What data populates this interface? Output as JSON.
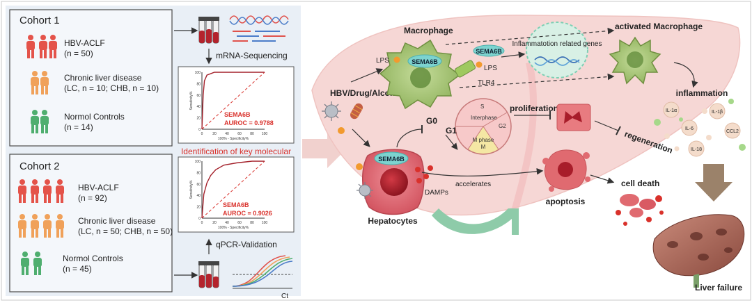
{
  "cohort1": {
    "title": "Cohort 1",
    "groups": [
      {
        "name": "HBV-ACLF",
        "detail": "(n = 50)"
      },
      {
        "name": "Chronic liver disease",
        "detail": "(LC, n = 10; CHB, n = 10)"
      },
      {
        "name": "Normol Controls",
        "detail": "(n = 14)"
      }
    ]
  },
  "cohort2": {
    "title": "Cohort 2",
    "groups": [
      {
        "name": "HBV-ACLF",
        "detail": "(n = 92)"
      },
      {
        "name": "Chronic liver disease",
        "detail": "(LC, n = 50; CHB, n = 50)"
      },
      {
        "name": "Normol Controls",
        "detail": "(n = 45)"
      }
    ]
  },
  "colors": {
    "aclf": "#e4534a",
    "cld": "#f0a15a",
    "normal": "#4fae6f",
    "accent_red": "#d9312b",
    "liver": "#f6d7d5",
    "teal": "#7dd3cf",
    "macrophage": "#9ec16a",
    "panel_bg": "#e9eff6"
  },
  "workflow": {
    "sequencing_label": "mRNA-Sequencing",
    "identification_label": "Identification of key molecular",
    "validation_label": "qPCR-Validation",
    "ct_label": "Ct"
  },
  "roc1": {
    "marker": "SEMA6B",
    "auroc": "AUROC = 0.9788",
    "ylabel": "Sensitivity%",
    "xlabel": "100% - Specificity%",
    "ticks": [
      "0",
      "20",
      "40",
      "60",
      "80",
      "100"
    ],
    "curve": [
      [
        0,
        0
      ],
      [
        2,
        60
      ],
      [
        4,
        85
      ],
      [
        8,
        95
      ],
      [
        20,
        100
      ],
      [
        100,
        100
      ]
    ]
  },
  "roc2": {
    "marker": "SEMA6B",
    "auroc": "AUROC = 0.9026",
    "ylabel": "Sensitivity%",
    "xlabel": "100% - Specificity%",
    "ticks": [
      "0",
      "20",
      "40",
      "60",
      "80",
      "100"
    ],
    "curve": [
      [
        0,
        0
      ],
      [
        3,
        42
      ],
      [
        8,
        62
      ],
      [
        14,
        75
      ],
      [
        22,
        85
      ],
      [
        35,
        93
      ],
      [
        55,
        97
      ],
      [
        80,
        100
      ],
      [
        100,
        100
      ]
    ]
  },
  "mechanism": {
    "trigger": "HBV/Drug/Alcohol...",
    "macrophage_title": "Macrophage",
    "sema": "SEMA6B",
    "lps": "LPS",
    "tlr4": "TLR4",
    "genes": "Inflammatotion related genes",
    "activated": "activated Macrophage",
    "inflammation": "inflammation",
    "cytokines": [
      "IL-1α",
      "IL-1β",
      "IL-6",
      "CCL2",
      "IL-18"
    ],
    "g0": "G0",
    "g1": "G1",
    "s_phase": "S",
    "interphase": "Interphase",
    "g2": "G2",
    "m_phase": "M phase",
    "m": "M",
    "proliferation": "proliferation",
    "regeneration": "regeneration",
    "damps": "DAMPs",
    "accelerates": "accelerates",
    "hepatocytes": "Hepatocytes",
    "apoptosis": "apoptosis",
    "cell_death": "cell death",
    "liver_failure": "Liver failure"
  }
}
